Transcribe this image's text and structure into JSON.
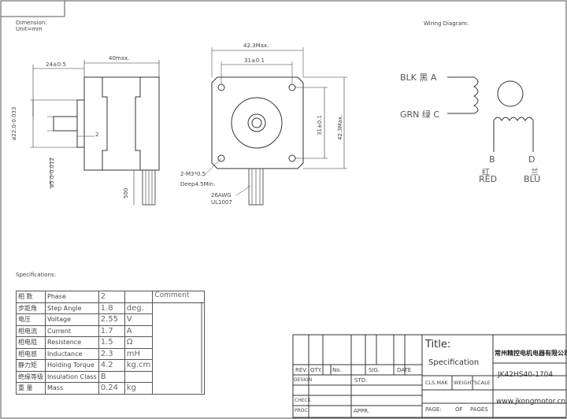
{
  "header": {
    "dimension_label": "Dimension:",
    "unit_label": "Unit=mm",
    "wiring_label": "Wiring Diagram:"
  },
  "side_view": {
    "dim_24": "24±0.5",
    "dim_40": "40max.",
    "dim_shaft_dia": "ø22.0-0.033",
    "dim_shaft": "ø5.0-0.012",
    "dim_2": "2",
    "dim_500": "500"
  },
  "front_view": {
    "dim_423_top": "42.3Max.",
    "dim_31_top": "31±0.1",
    "dim_31_side": "31±0.1",
    "dim_423_side": "42.3Max.",
    "hole_note": "2-M3*0.5",
    "hole_depth": "Deep4.5Min.",
    "wire_awg": "26AWG",
    "wire_ul": "UL1007"
  },
  "wiring": {
    "blk": "BLK 黑 A",
    "grn": "GRN 绿 C",
    "b": "B",
    "d": "D",
    "red_cn": "红",
    "red": "RED",
    "blu_cn": "兰",
    "blu": "BLU"
  },
  "specifications": {
    "title": "Specifications:",
    "comment_header": "Comment",
    "rows": [
      {
        "cn": "相 数",
        "en": "Phase",
        "value": "2",
        "unit": ""
      },
      {
        "cn": "步距角",
        "en": "Step Angle",
        "value": "1.8",
        "unit": "deg."
      },
      {
        "cn": "电压",
        "en": "Voltage",
        "value": "2.55",
        "unit": "V"
      },
      {
        "cn": "相电流",
        "en": "Current",
        "value": "1.7",
        "unit": "A"
      },
      {
        "cn": "相电阻",
        "en": "Resistence",
        "value": "1.5",
        "unit": "Ω"
      },
      {
        "cn": "相电感",
        "en": "Inductance",
        "value": "2.3",
        "unit": "mH"
      },
      {
        "cn": "静力矩",
        "en": "Holding Torque",
        "value": "4.2",
        "unit": "kg.cm"
      },
      {
        "cn": "绝缘等级",
        "en": "Insulation Class",
        "value": "B",
        "unit": ""
      },
      {
        "cn": "重 量",
        "en": "Mass",
        "value": "0.24",
        "unit": "kg"
      }
    ]
  },
  "title_block": {
    "title": "Title:",
    "specification": "Specification",
    "company": "常州精控电机电器有限公司",
    "model": "JK42HS40-1704",
    "website": "www.jkongmotor.cn",
    "rev": "REV.",
    "qty": "QTY.",
    "no": "No.",
    "sig": "SIG.",
    "date": "DATE",
    "design": "DESIGN",
    "std": "STD.",
    "cls_mak": "CLS.MAK",
    "weight": "WEIGHT",
    "scale": "SCALE",
    "check": "CHECK",
    "proc": "PROC.",
    "appr": "APPR.",
    "page": "PAGE:",
    "of": "OF",
    "pages": "PAGES"
  }
}
